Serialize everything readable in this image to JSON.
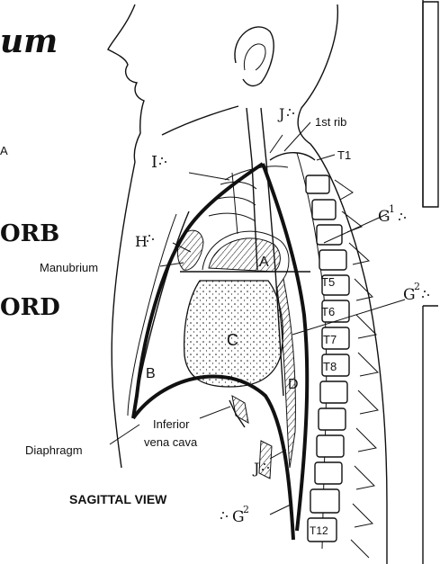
{
  "left_letters": {
    "title_fragment": "um",
    "a": "A",
    "or_b": "ORB",
    "or_d": "ORD"
  },
  "markers": {
    "I": "I",
    "J_top": "J",
    "H": "H",
    "G1": "G",
    "G1_sup": "1",
    "G2_right": "G",
    "G2_right_sup": "2",
    "J_bottom": "J",
    "G2_bottom": "G",
    "G2_bottom_sup": "2"
  },
  "labels": {
    "first_rib": "1st rib",
    "t1": "T1",
    "manubrium": "Manubrium",
    "t5": "T5",
    "t6": "T6",
    "t7": "T7",
    "t8": "T8",
    "t12": "T12",
    "region_a": "A",
    "region_b": "B",
    "region_c": "C",
    "region_d": "D",
    "inferior_vena_cava_1": "Inferior",
    "inferior_vena_cava_2": "vena cava",
    "diaphragm": "Diaphragm",
    "view_title": "SAGITTAL VIEW"
  },
  "colors": {
    "ink": "#111111",
    "paper": "#ffffff"
  }
}
